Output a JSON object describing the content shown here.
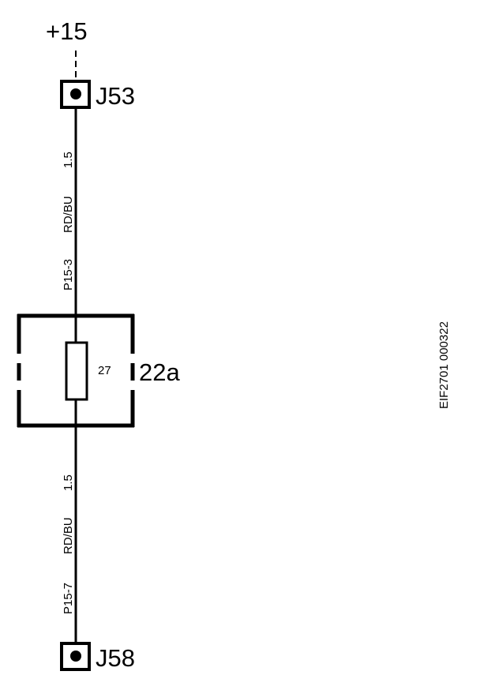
{
  "supply": {
    "label": "+15"
  },
  "connectors": [
    {
      "id": "J53"
    },
    {
      "id": "J58"
    }
  ],
  "fuse": {
    "label": "22a",
    "number": "27"
  },
  "wires": [
    {
      "circuit": "P15-3",
      "color": "RD/BU",
      "size": "1.5"
    },
    {
      "circuit": "P15-7",
      "color": "RD/BU",
      "size": "1.5"
    }
  ],
  "figure_code": "EIF2701 000322"
}
